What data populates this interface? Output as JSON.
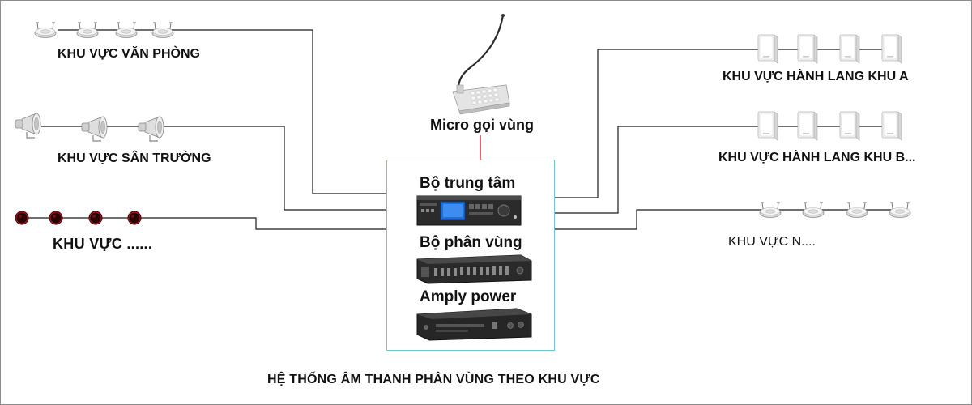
{
  "zones": {
    "office": "KHU VỰC VĂN PHÒNG",
    "schoolyard": "KHU VỰC SÂN TRƯỜNG",
    "other": "KHU VỰC ......",
    "corridor_a": "KHU VỰC HÀNH LANG KHU A",
    "corridor_b": "KHU VỰC HÀNH LANG KHU B...",
    "zone_n": "KHU VỰC N...."
  },
  "mic": {
    "label": "Micro gọi vùng"
  },
  "devices": {
    "central": "Bộ  trung tâm",
    "zoner": "Bộ  phân vùng",
    "amp": "Amply power"
  },
  "footer": "HỆ THỐNG ÂM THANH PHÂN VÙNG THEO KHU VỰC",
  "colors": {
    "frame": "#6fc7d6",
    "mic_link": "#d81e3a",
    "wire": "#1a1a1a"
  },
  "icons": {
    "office": "ceiling-speaker-icon",
    "schoolyard": "horn-speaker-icon",
    "other": "round-speaker-icon",
    "corridor": "wall-speaker-icon",
    "zone_n": "ceiling-speaker-icon"
  }
}
